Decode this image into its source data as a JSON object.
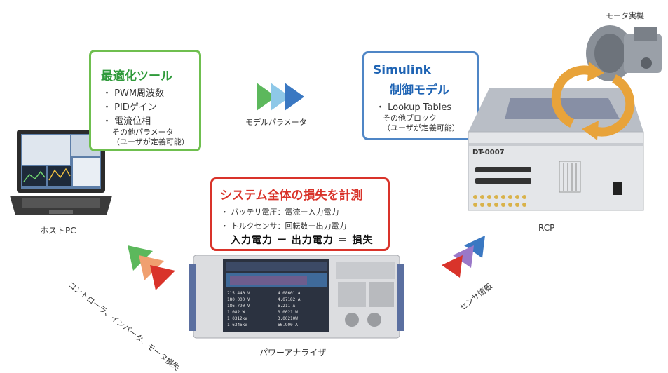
{
  "optimize_box": {
    "title": "最適化ツール",
    "items": [
      "・ PWM周波数",
      "・ PIDゲイン",
      "・ 電流位相"
    ],
    "note1": "その他パラメータ",
    "note2": "（ユーザが定義可能）"
  },
  "simulink_box": {
    "title1": "Simulink",
    "title2": "制御モデル",
    "item": "・ Lookup Tables",
    "note1": "その他ブロック",
    "note2": "（ユーザが定義可能）"
  },
  "loss_box": {
    "title": "システム全体の損失を計測",
    "line1": "・ バッテリ電圧：電流ー入力電力",
    "line2": "・ トルクセンサ：回転数ー出力電力",
    "formula": "入力電力 ー 出力電力 ＝ 損失"
  },
  "labels": {
    "host_pc": "ホストPC",
    "model_params": "モデルパラメータ",
    "motor": "モータ実機",
    "rcp": "RCP",
    "power_analyzer": "パワーアナライザ",
    "controller_loss": "コントローラ、インバータ、モータ損失",
    "sensor_info": "センサ情報",
    "device_id": "DT-0007"
  },
  "screen": {
    "rows_left": [
      "215.440 V",
      "180.000 V",
      "186.790 V",
      "1.082 W",
      "1.0312kW",
      "1.6346kW"
    ],
    "rows_right": [
      "4.08601 A",
      "4.07182 A",
      "6.211 A",
      "0.0021 W",
      "3.00210W",
      "66.900 A"
    ]
  },
  "colors": {
    "green": "#6fbf4f",
    "blue": "#4f86c6",
    "red": "#d9332a",
    "orange": "#e8a33a"
  }
}
